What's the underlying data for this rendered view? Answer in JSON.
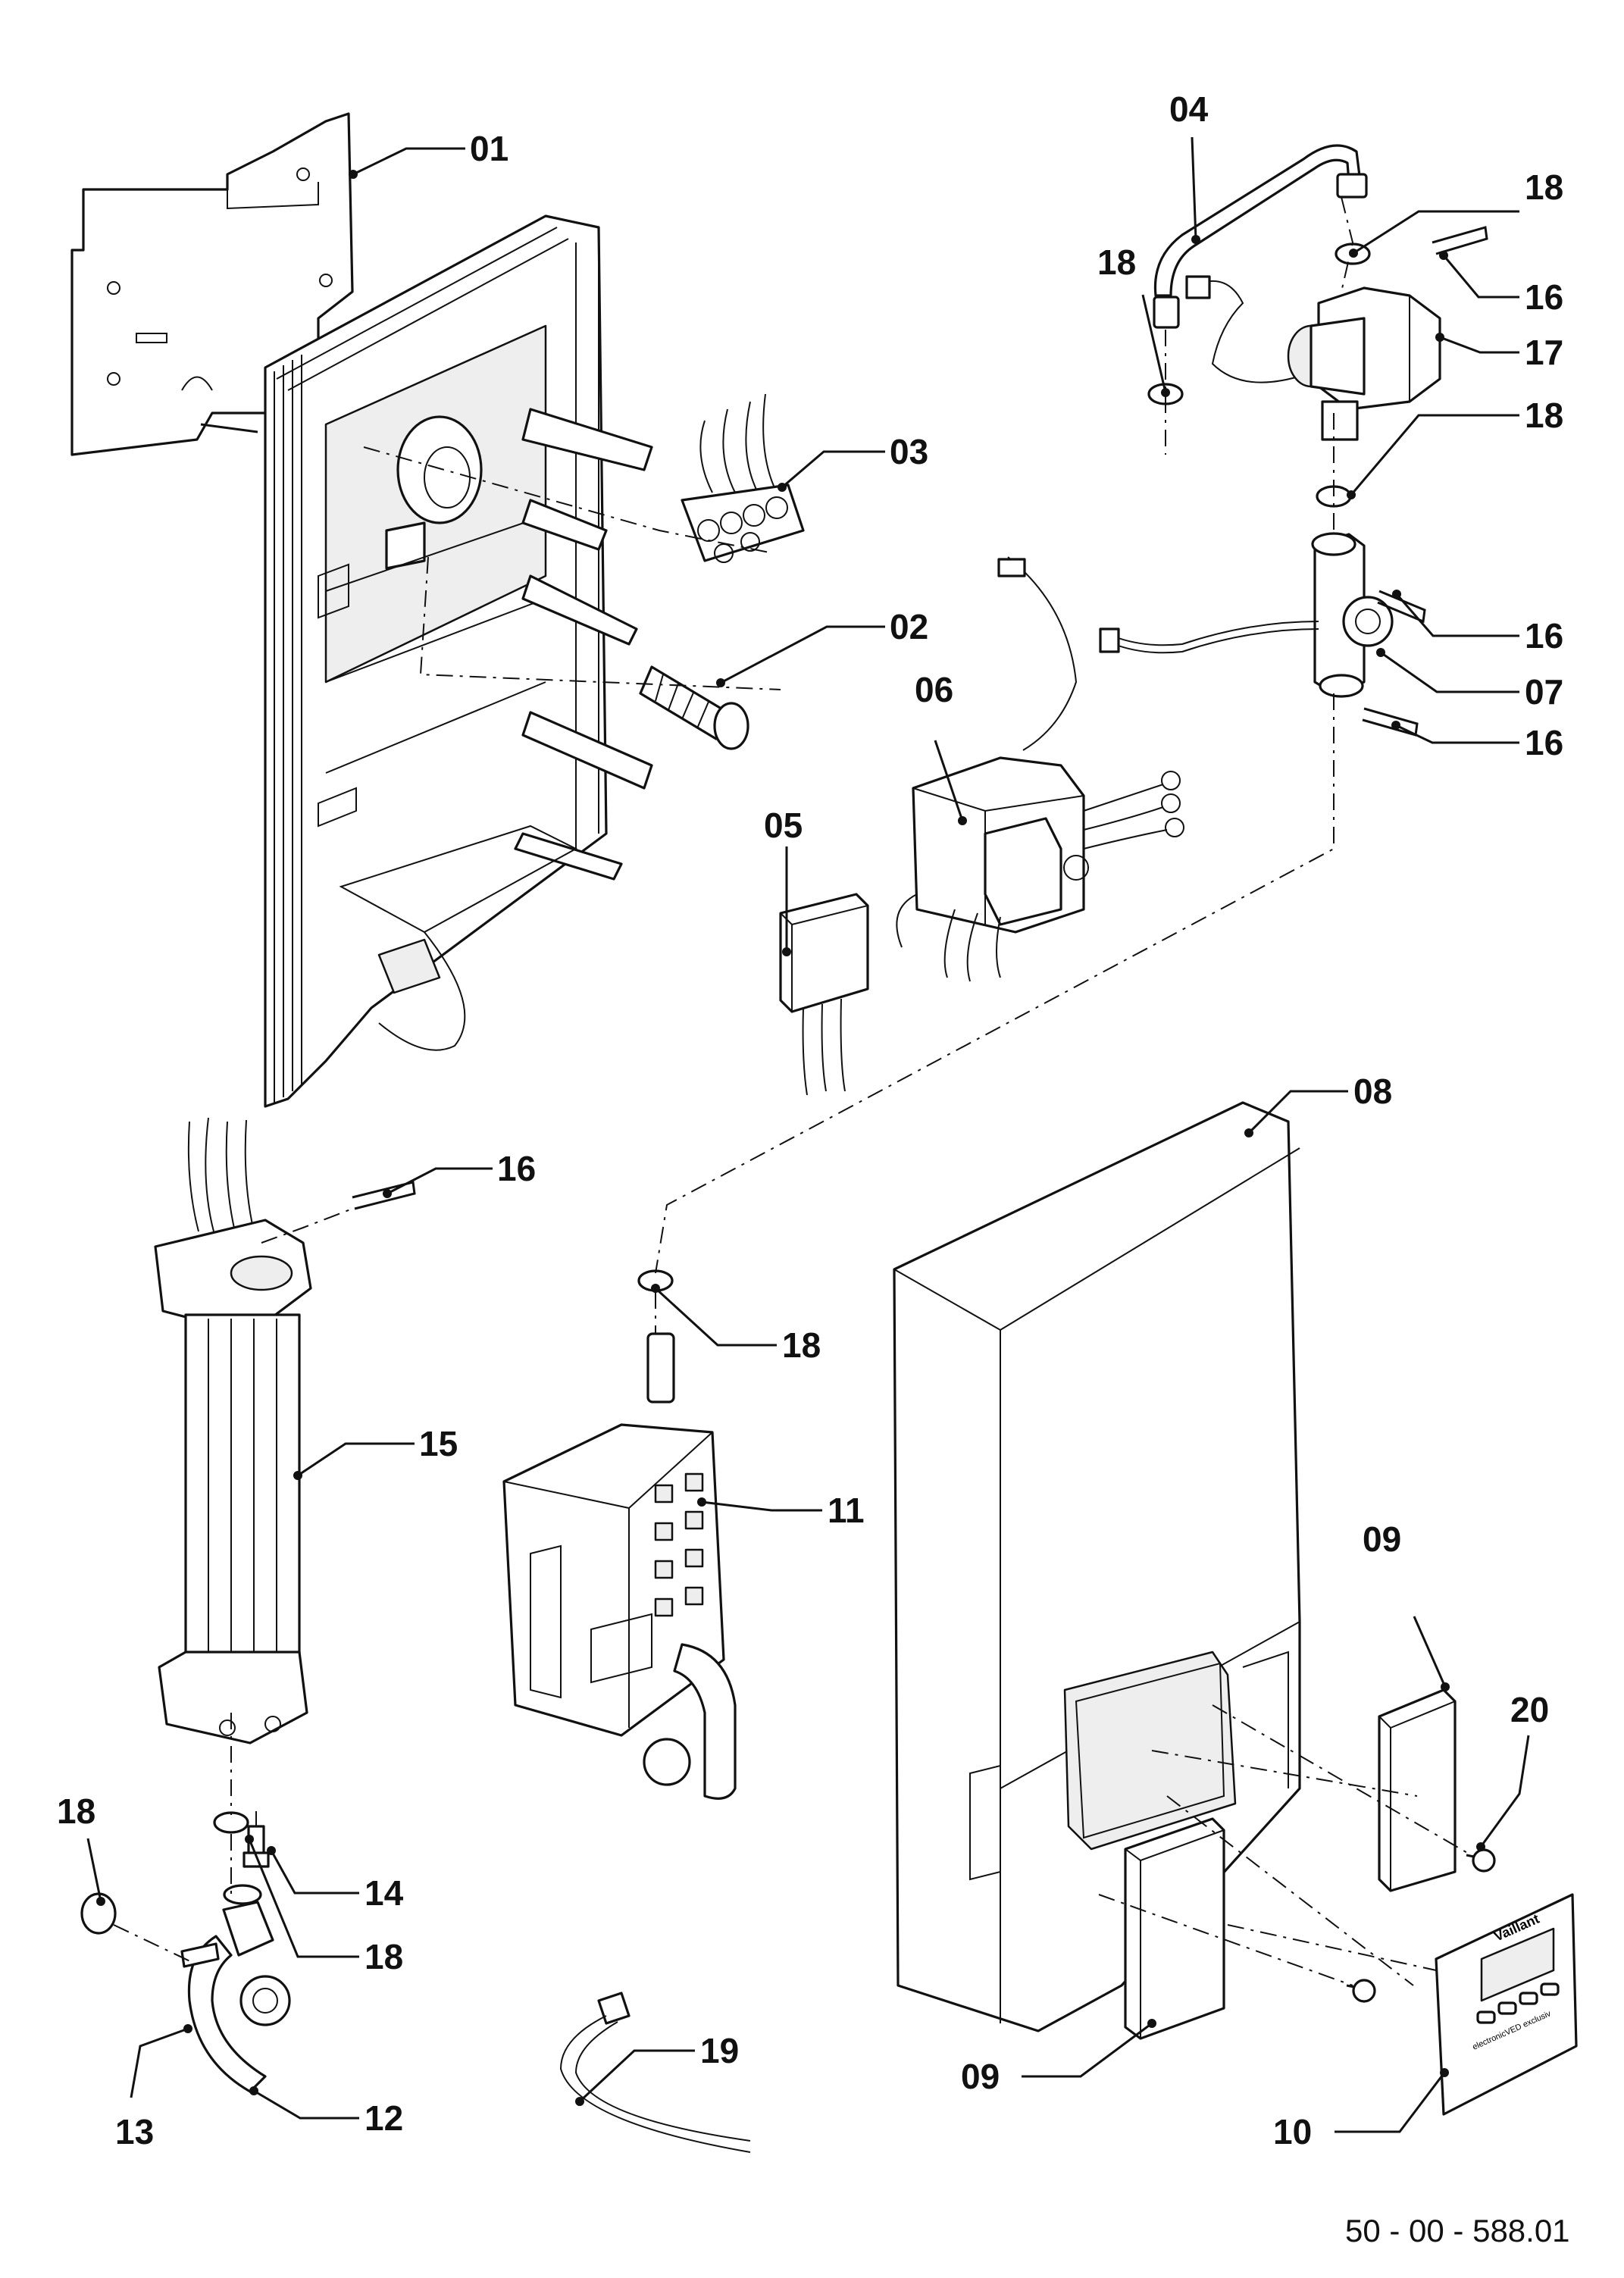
{
  "diagram": {
    "document_number": "50 - 00 - 588.01",
    "brand_text": "Vaillant",
    "model_text": "electronicVED exclusiv",
    "callouts": [
      {
        "id": "c01a",
        "label": "01"
      },
      {
        "id": "c03a",
        "label": "03"
      },
      {
        "id": "c02a",
        "label": "02"
      },
      {
        "id": "c05a",
        "label": "05"
      },
      {
        "id": "c06a",
        "label": "06"
      },
      {
        "id": "c04a",
        "label": "04"
      },
      {
        "id": "c18a",
        "label": "18"
      },
      {
        "id": "c18b",
        "label": "18"
      },
      {
        "id": "c16a",
        "label": "16"
      },
      {
        "id": "c17a",
        "label": "17"
      },
      {
        "id": "c18c",
        "label": "18"
      },
      {
        "id": "c16b",
        "label": "16"
      },
      {
        "id": "c07a",
        "label": "07"
      },
      {
        "id": "c16c",
        "label": "16"
      },
      {
        "id": "c08a",
        "label": "08"
      },
      {
        "id": "c16d",
        "label": "16"
      },
      {
        "id": "c15a",
        "label": "15"
      },
      {
        "id": "c18d",
        "label": "18"
      },
      {
        "id": "c11a",
        "label": "11"
      },
      {
        "id": "c09a",
        "label": "09"
      },
      {
        "id": "c20a",
        "label": "20"
      },
      {
        "id": "c18e",
        "label": "18"
      },
      {
        "id": "c14a",
        "label": "14"
      },
      {
        "id": "c18f",
        "label": "18"
      },
      {
        "id": "c13a",
        "label": "13"
      },
      {
        "id": "c12a",
        "label": "12"
      },
      {
        "id": "c19a",
        "label": "19"
      },
      {
        "id": "c09b",
        "label": "09"
      },
      {
        "id": "c10a",
        "label": "10"
      }
    ]
  }
}
